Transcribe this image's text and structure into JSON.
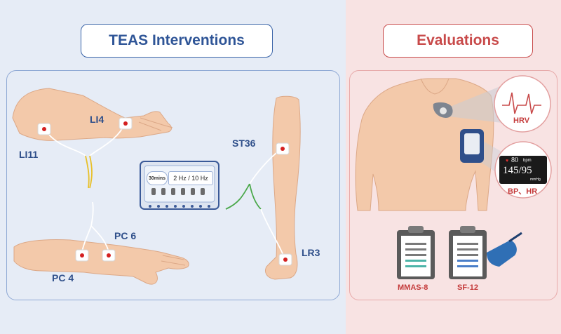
{
  "left_title": "TEAS Interventions",
  "right_title": "Evaluations",
  "points": {
    "li4": "LI4",
    "li11": "LI11",
    "st36": "ST36",
    "pc6": "PC 6",
    "pc4": "PC 4",
    "lr3": "LR3"
  },
  "device": {
    "time": "30mins",
    "frequency": "2 Hz / 10 Hz"
  },
  "monitors": {
    "hrv": "HRV",
    "bp_hr_label": "BP、HR",
    "heart_rate": "80",
    "heart_rate_unit": "bpm",
    "blood_pressure": "145/95",
    "bp_unit": "mmHg"
  },
  "questionnaires": {
    "mmas": "MMAS-8",
    "sf": "SF-12"
  },
  "colors": {
    "left_bg": "#e6ecf6",
    "right_bg": "#f8e3e3",
    "blue": "#2f5597",
    "red": "#c84a4a",
    "skin": "#f3c9aa",
    "electrode_dot": "#d42020"
  }
}
